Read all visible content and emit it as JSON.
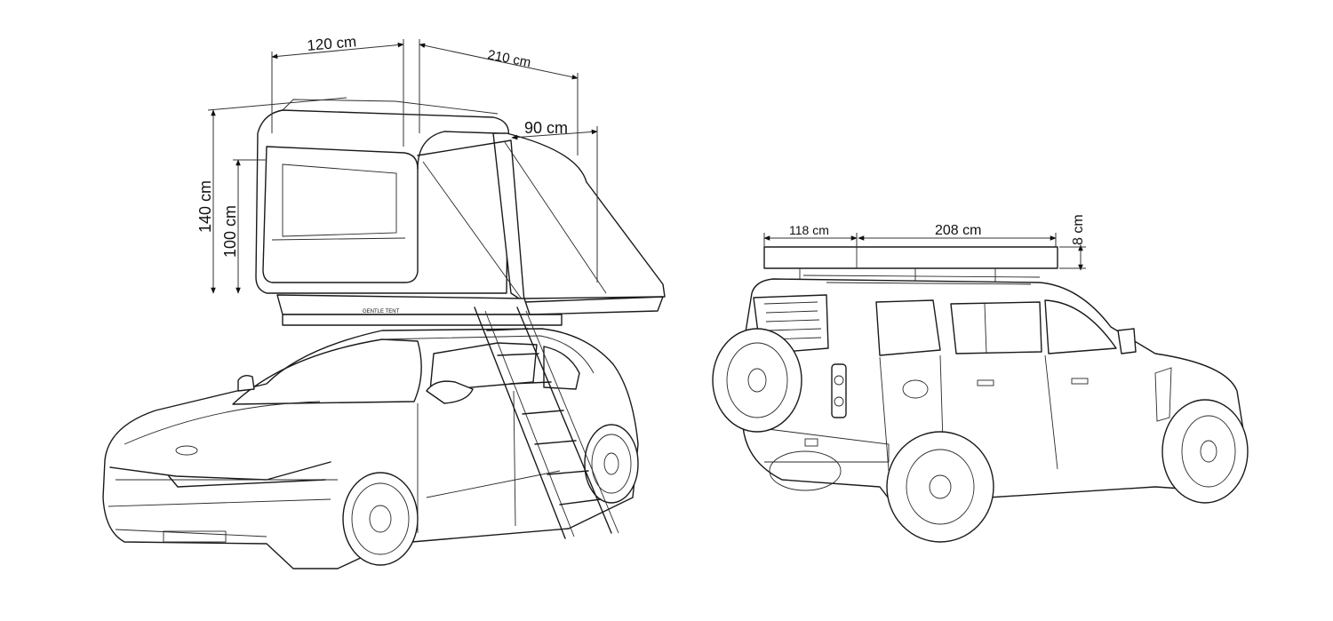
{
  "tent_dimensions": {
    "closed_width": "120 cm",
    "length": "210 cm",
    "overhang": "90 cm",
    "open_height": "140 cm",
    "closed_height": "100 cm"
  },
  "closed_dimensions": {
    "width": "118 cm",
    "length": "208 cm",
    "height": "8 cm"
  },
  "brand_label": "GENTLE TENT",
  "colors": {
    "line": "#1a1a1a",
    "background": "#ffffff"
  }
}
